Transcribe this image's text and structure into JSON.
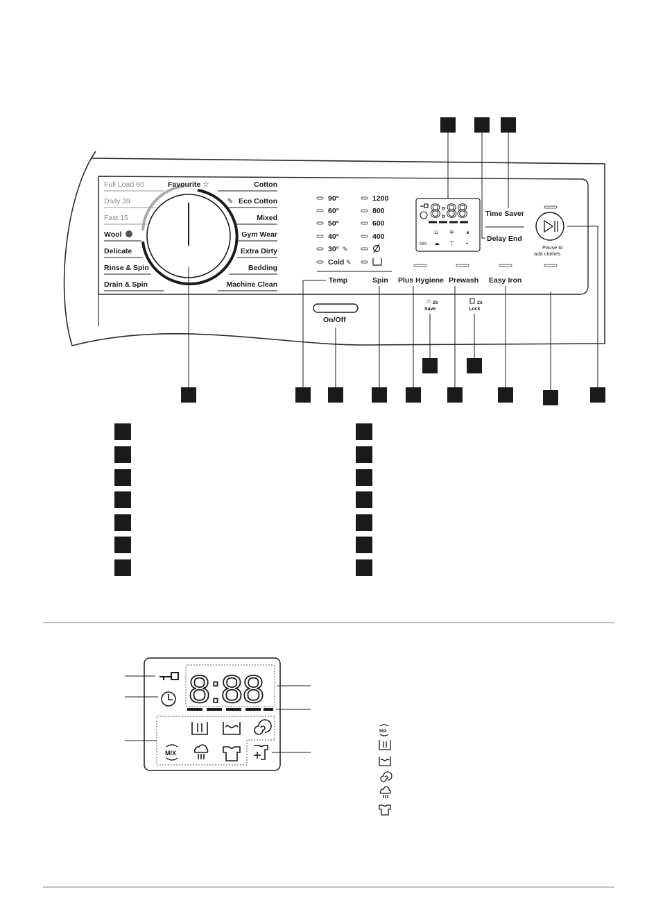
{
  "dial": {
    "left_programmes": [
      "Full Load 60",
      "Daily 39",
      "Fast 15",
      "Wool",
      "Delicate",
      "Rinse & Spin",
      "Drain & Spin"
    ],
    "top_programme": "Favourite ☆",
    "right_programmes": [
      "Cotton",
      "Eco Cotton",
      "Mixed",
      "Gym Wear",
      "Extra Dirty",
      "Bedding",
      "Machine Clean"
    ]
  },
  "temperatures": [
    "90°",
    "60°",
    "50°",
    "40°",
    "30°",
    "Cold"
  ],
  "spin_speeds": [
    "1200",
    "800",
    "600",
    "400"
  ],
  "display": {
    "digits": "8:88"
  },
  "buttons": {
    "time_saver": "Time Saver",
    "delay_end": "Delay End",
    "temp": "Temp",
    "spin": "Spin",
    "plus_hygiene": "Plus Hygiene",
    "prewash": "Prewash",
    "easy_iron": "Easy Iron",
    "on_off": "On/Off",
    "pause_line1": "Pause to",
    "pause_line2": "add clothes"
  },
  "sub_labels": {
    "save_time": "2s",
    "save": "Save",
    "lock_time": "2s",
    "lock": "Lock"
  },
  "colors": {
    "panel_stroke": "#2a2a2a",
    "muted_text": "#8a8a8a",
    "marker": "#1a1a1a",
    "divider": "#aaaaaa"
  }
}
